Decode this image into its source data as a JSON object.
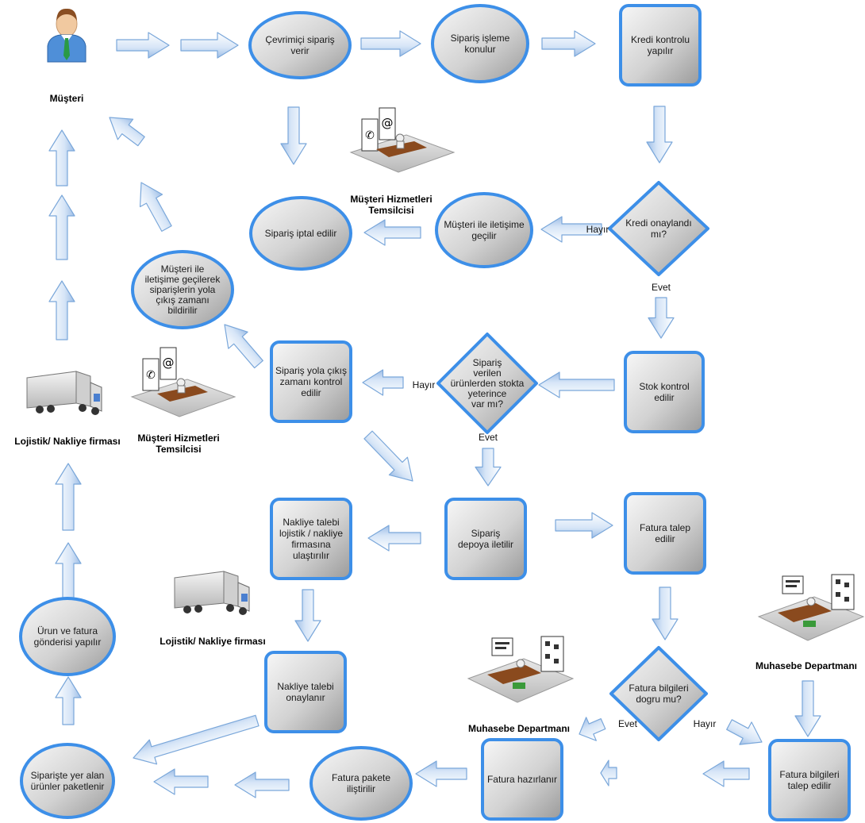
{
  "nodes": {
    "order_online": [
      "Çevrimiçi sipariş",
      "verir"
    ],
    "order_processing": [
      "Sipariş işleme",
      "konulur"
    ],
    "credit_check": [
      "Kredi kontrolu",
      "yapılır"
    ],
    "credit_approved": [
      "Kredi onaylandı",
      "mı?"
    ],
    "contact_customer": [
      "Müşteri ile iletişime",
      "geçilir"
    ],
    "order_cancelled": [
      "Sipariş iptal edilir"
    ],
    "notify_shipping": [
      "Müşteri ile",
      "iletişime geçilerek",
      "siparişlerin yola",
      "çıkış zamanı",
      "bildirilir"
    ],
    "stock_check": [
      "Stok kontrol",
      "edilir"
    ],
    "stock_enough": [
      "Sipariş",
      "verilen",
      "ürünlerden stokta",
      "yeterince",
      "var mı?"
    ],
    "ship_time_check": [
      "Sipariş yola çıkış",
      "zamanı kontrol",
      "edilir"
    ],
    "to_warehouse": [
      "Sipariş",
      "depoya iletilir"
    ],
    "invoice_request": [
      "Fatura talep",
      "edilir"
    ],
    "shipping_request": [
      "Nakliye talebi",
      "lojistik / nakliye",
      "firmasına",
      "ulaştırılır"
    ],
    "shipping_approved": [
      "Nakliye talebi",
      "onaylanır"
    ],
    "invoice_correct": [
      "Fatura bilgileri",
      "dogru mu?"
    ],
    "invoice_prepared": [
      "Fatura hazırlanır"
    ],
    "invoice_attached": [
      "Fatura pakete",
      "iliştirilir"
    ],
    "items_packed": [
      "Siparişte yer alan",
      "ürünler paketlenir"
    ],
    "product_invoice_sent": [
      "Ürun ve fatura",
      "gönderisi yapılır"
    ],
    "invoice_info_request": [
      "Fatura bilgileri",
      "talep edilir"
    ]
  },
  "edge_labels": {
    "credit_no": "Hayır",
    "credit_yes": "Evet",
    "stock_no": "Hayır",
    "stock_yes": "Evet",
    "invoice_yes": "Evet",
    "invoice_no": "Hayır"
  },
  "actors": {
    "customer": [
      "Müşteri"
    ],
    "csr_top": [
      "Müşteri Hizmetleri",
      "Temsilcisi"
    ],
    "csr_mid": [
      "Müşteri Hizmetleri",
      "Temsilcisi"
    ],
    "logistics_left": [
      "Lojistik/ Nakliye firması"
    ],
    "logistics_mid": [
      "Lojistik/ Nakliye firması"
    ],
    "accounting_mid": [
      "Muhasebe Departmanı"
    ],
    "accounting_right": [
      "Muhasebe Departmanı"
    ]
  },
  "colors": {
    "node_border": "#3d8fe8",
    "node_fill_light": "#f2f2f2",
    "node_fill_dark": "#a6a6a6",
    "arrow_light": "#eaf2fb",
    "arrow_dark": "#9fbfe6",
    "arrow_border": "#7aa7da"
  }
}
